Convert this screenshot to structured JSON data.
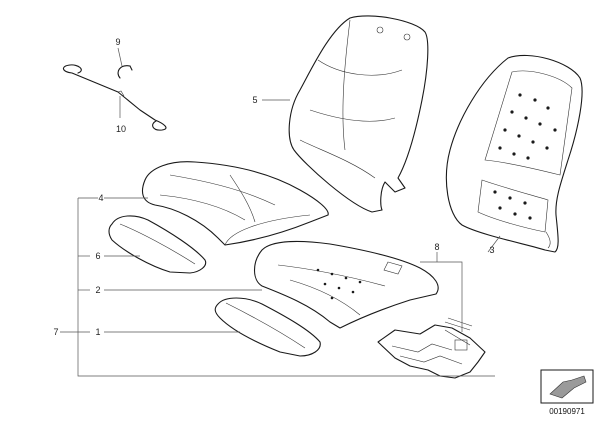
{
  "callouts": {
    "c1": "1",
    "c2": "2",
    "c3": "3",
    "c4": "4",
    "c5": "5",
    "c6": "6",
    "c7": "7",
    "c8": "8",
    "c9": "9",
    "c10": "10"
  },
  "diagram_code": "00190971"
}
